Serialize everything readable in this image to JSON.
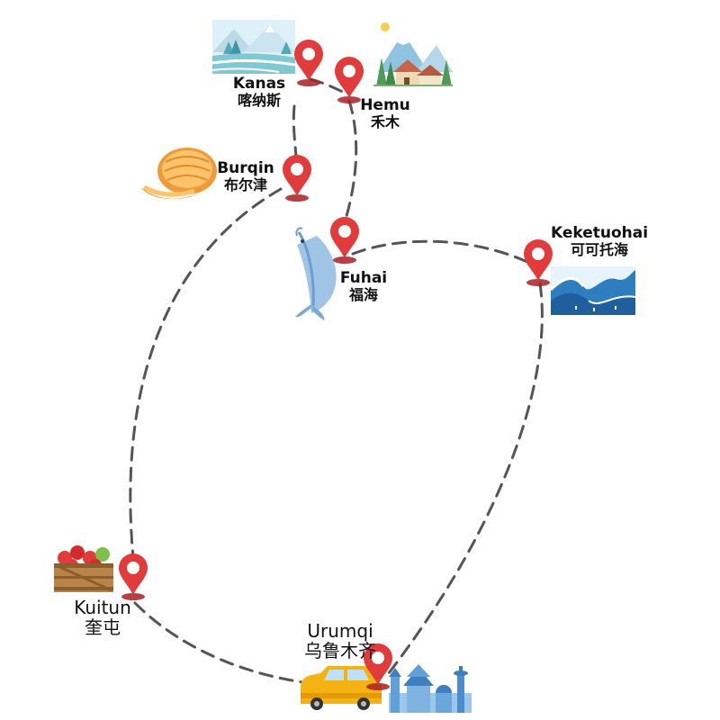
{
  "places": {
    "kanas": {
      "en": "Kanas",
      "zh": "喀纳斯"
    },
    "hemu": {
      "en": "Hemu",
      "zh": "禾木"
    },
    "burqin": {
      "en": "Burqin",
      "zh": "布尔津"
    },
    "fuhai": {
      "en": "Fuhai",
      "zh": "福海"
    },
    "keketuohai": {
      "en": "Keketuohai",
      "zh": "可可托海"
    },
    "kuitun": {
      "en": "Kuitun",
      "zh": "奎屯"
    },
    "urumqi": {
      "en": "Urumqi",
      "zh": "乌鲁木齐"
    }
  },
  "colors": {
    "route": "#555555",
    "pin": "#e23b3b",
    "pin_dark": "#a81f24",
    "pin_center": "#ffffff"
  },
  "icons": {
    "kanas": "snowy-lake-landscape-icon",
    "hemu": "mountain-village-icon",
    "burqin": "melon-icon",
    "fuhai": "fish-icon",
    "keketuohai": "ocean-wave-icon",
    "kuitun": "apple-crate-icon",
    "urumqi_vehicle": "car-icon",
    "urumqi_city": "city-skyline-icon"
  }
}
